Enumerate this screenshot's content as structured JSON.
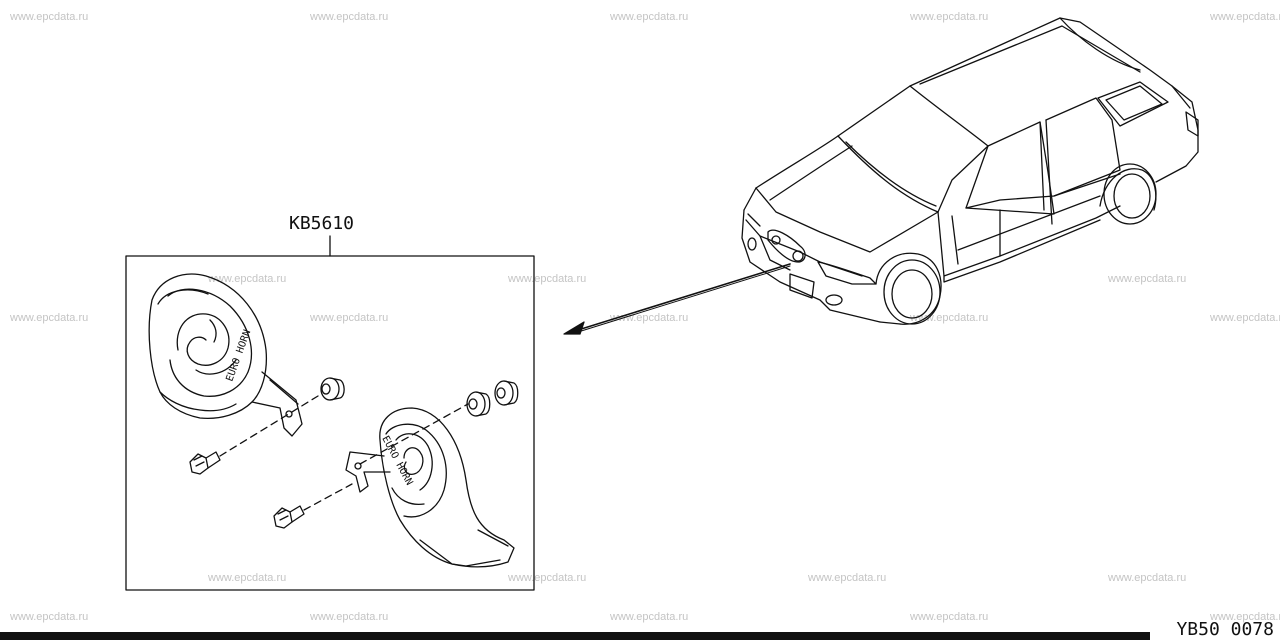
{
  "watermark": "www.epcdata.ru",
  "part_number": "KB5610",
  "diagram_code": "YB50 0078",
  "horn_label_left": "EURO HORN",
  "horn_label_right": "EURO HORN"
}
